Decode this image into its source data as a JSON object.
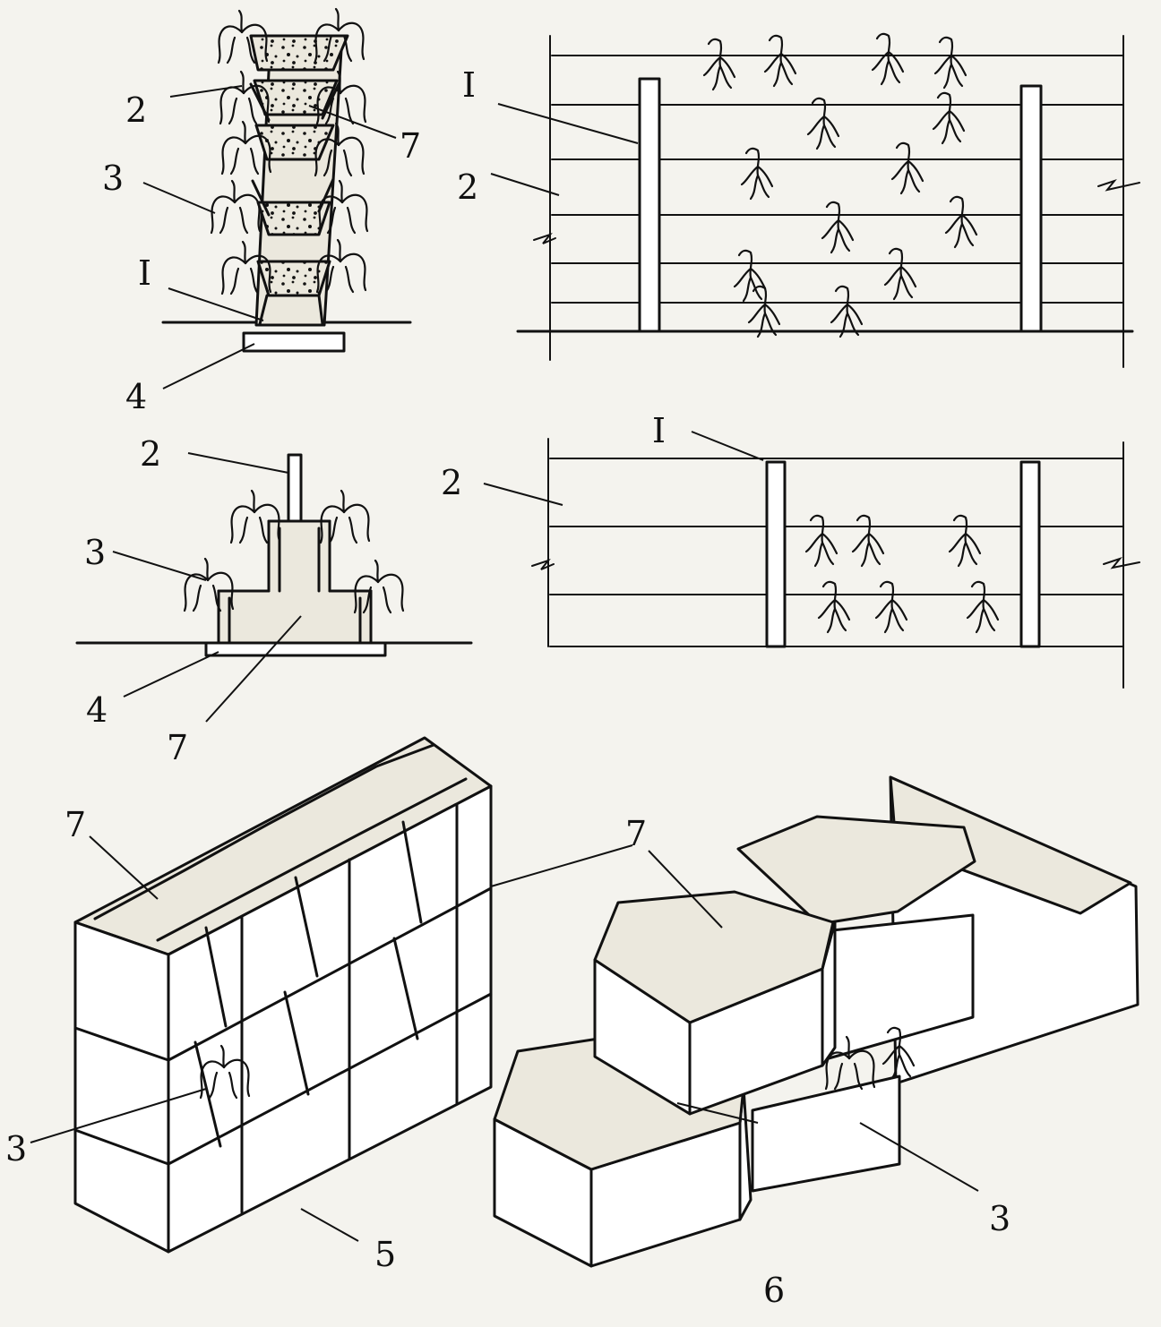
{
  "palette": {
    "ink": "#111111",
    "paper": "#f4f3ee",
    "soil": "#ebe8dd"
  },
  "labels": {
    "tl_2": "2",
    "tl_3": "3",
    "tl_I": "I",
    "tl_4": "4",
    "tl_7": "7",
    "tr_I": "I",
    "tr_2": "2",
    "ml_2": "2",
    "ml_3": "3",
    "ml_4": "4",
    "ml_7": "7",
    "mr_I": "I",
    "mr_2": "2",
    "bl_7": "7",
    "bl_3": "3",
    "bl_5": "5",
    "br_7": "7",
    "br_3": "3",
    "br_6": "6"
  }
}
